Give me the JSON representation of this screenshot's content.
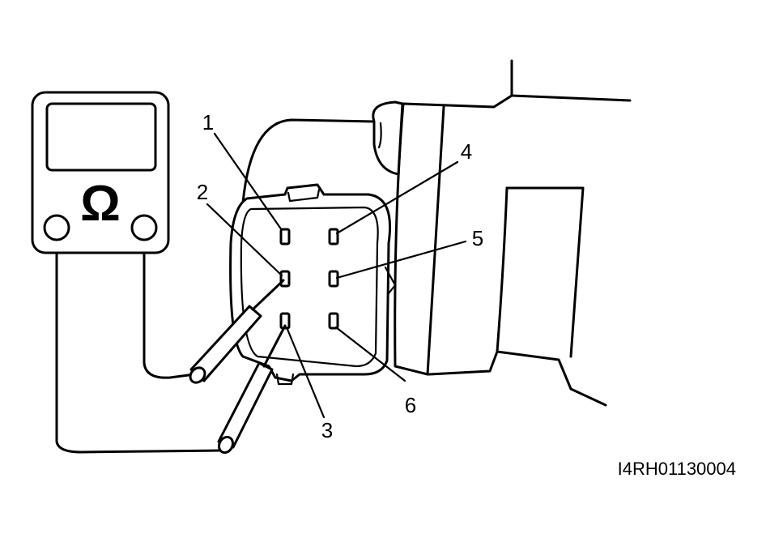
{
  "meter": {
    "symbol": "Ω",
    "symbol_icon": "ohm-icon"
  },
  "pins": [
    {
      "label": "1"
    },
    {
      "label": "2"
    },
    {
      "label": "3"
    },
    {
      "label": "4"
    },
    {
      "label": "5"
    },
    {
      "label": "6"
    }
  ],
  "figure_code": "I4RH01130004"
}
